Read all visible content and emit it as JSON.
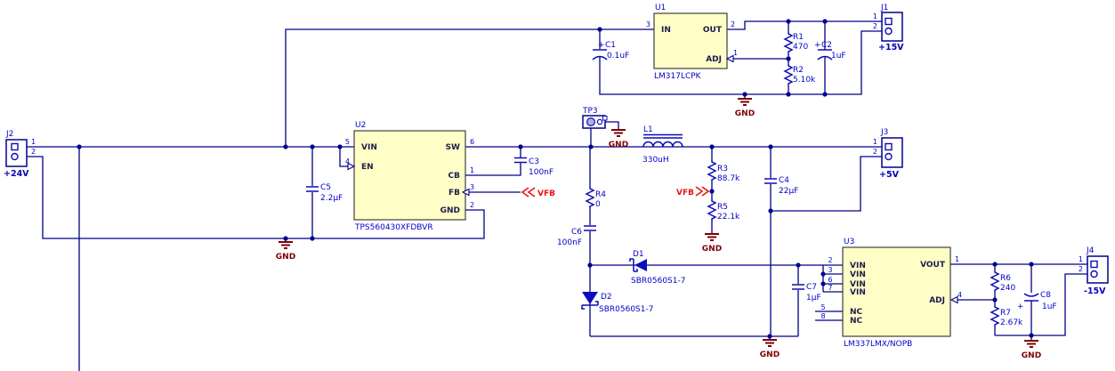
{
  "colors": {
    "wire": "#000086",
    "symbol": "#0b0bb6",
    "label_blue": "#0202c8",
    "ic_fill": "#fffec6",
    "ic_border": "#2f2f2f",
    "gnd_maroon": "#7e0000",
    "net_red": "#ee1111",
    "background": "#ffffff"
  },
  "nets": {
    "gnd": "GND",
    "vfb": "VFB"
  },
  "connectors": {
    "j1": {
      "ref": "J1",
      "label": "+15V",
      "pin1": "1",
      "pin2": "2"
    },
    "j2": {
      "ref": "J2",
      "label": "+24V",
      "pin1": "1",
      "pin2": "2"
    },
    "j3": {
      "ref": "J3",
      "label": "+5V",
      "pin1": "1",
      "pin2": "2"
    },
    "j4": {
      "ref": "J4",
      "label": "-15V",
      "pin1": "1",
      "pin2": "2"
    }
  },
  "ics": {
    "u1": {
      "ref": "U1",
      "part": "LM317LCPK",
      "pins": {
        "in": {
          "name": "IN",
          "num": "3"
        },
        "out": {
          "name": "OUT",
          "num": "2"
        },
        "adj": {
          "name": "ADJ",
          "num": "1"
        }
      }
    },
    "u2": {
      "ref": "U2",
      "part": "TPS560430XFDBVR",
      "pins": {
        "vin": {
          "name": "VIN",
          "num": "5"
        },
        "en": {
          "name": "EN",
          "num": "4"
        },
        "sw": {
          "name": "SW",
          "num": "6"
        },
        "cb": {
          "name": "CB",
          "num": "1"
        },
        "fb": {
          "name": "FB",
          "num": "3"
        },
        "gnd": {
          "name": "GND",
          "num": "2"
        }
      }
    },
    "u3": {
      "ref": "U3",
      "part": "LM337LMX/NOPB",
      "pins": {
        "vin2": {
          "name": "VIN",
          "num": "2"
        },
        "vin3": {
          "name": "VIN",
          "num": "3"
        },
        "vin6": {
          "name": "VIN",
          "num": "6"
        },
        "vin7": {
          "name": "VIN",
          "num": "7"
        },
        "nc5": {
          "name": "NC",
          "num": "5"
        },
        "nc8": {
          "name": "NC",
          "num": "8"
        },
        "vout": {
          "name": "VOUT",
          "num": "1"
        },
        "adj": {
          "name": "ADJ",
          "num": "4"
        }
      }
    }
  },
  "resistors": {
    "r1": {
      "ref": "R1",
      "value": "470"
    },
    "r2": {
      "ref": "R2",
      "value": "5.10k"
    },
    "r3": {
      "ref": "R3",
      "value": "88.7k"
    },
    "r4": {
      "ref": "R4",
      "value": "0"
    },
    "r5": {
      "ref": "R5",
      "value": "22.1k"
    },
    "r6": {
      "ref": "R6",
      "value": "240"
    },
    "r7": {
      "ref": "R7",
      "value": "2.67k"
    }
  },
  "capacitors": {
    "c1": {
      "ref": "C1",
      "value": "0.1uF",
      "plus": "+"
    },
    "c2": {
      "ref": "C2",
      "value": "1uF",
      "plus": "+"
    },
    "c3": {
      "ref": "C3",
      "value": "100nF"
    },
    "c4": {
      "ref": "C4",
      "value": "22µF"
    },
    "c5": {
      "ref": "C5",
      "value": "2.2µF"
    },
    "c6": {
      "ref": "C6",
      "value": "100nF"
    },
    "c7": {
      "ref": "C7",
      "value": "1µF"
    },
    "c8": {
      "ref": "C8",
      "value": "1uF",
      "plus": "+"
    }
  },
  "inductors": {
    "l1": {
      "ref": "L1",
      "value": "330uH"
    }
  },
  "diodes": {
    "d1": {
      "ref": "D1",
      "value": "SBR0560S1-7"
    },
    "d2": {
      "ref": "D2",
      "value": "SBR0560S1-7"
    }
  },
  "testpoints": {
    "tp3": {
      "ref": "TP3"
    }
  }
}
